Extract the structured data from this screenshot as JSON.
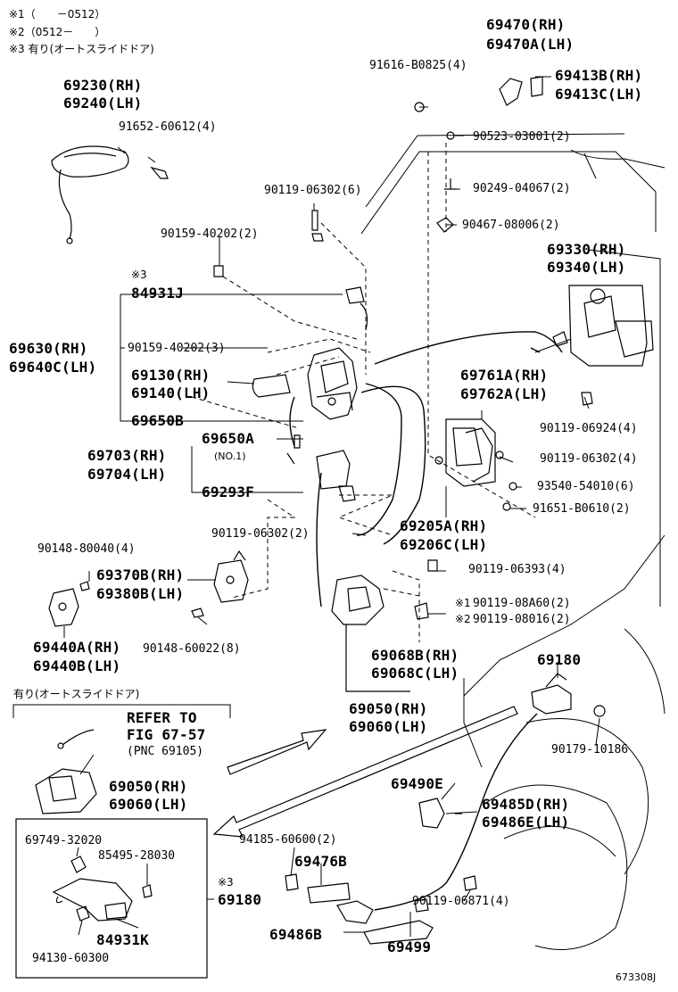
{
  "notes": {
    "n1": "※1（　　－0512）",
    "n2": "※2（0512－　　）",
    "n3": "※3 有り(オートスライドドア)"
  },
  "labels": {
    "p69230": "69230(RH)",
    "p69240": "69240(LH)",
    "p91652": "91652-60612(4)",
    "p69470": "69470(RH)",
    "p69470a": "69470A(LH)",
    "p91616": "91616-B0825(4)",
    "p69413b": "69413B(RH)",
    "p69413c": "69413C(LH)",
    "p90523": "90523-03001(2)",
    "p90119_6": "90119-06302(6)",
    "p90249": "90249-04067(2)",
    "p90159_2": "90159-40202(2)",
    "p90467": "90467-08006(2)",
    "p69330": "69330(RH)",
    "p69340": "69340(LH)",
    "star3a": "※3",
    "p84931j": "84931J",
    "p69630": "69630(RH)",
    "p69640c": "69640C(LH)",
    "p90159_3": "90159-40202(3)",
    "p69130": "69130(RH)",
    "p69140": "69140(LH)",
    "p69650b": "69650B",
    "p69761a": "69761A(RH)",
    "p69762a": "69762A(LH)",
    "p90119_06924": "90119-06924(4)",
    "p69703": "69703(RH)",
    "p69704": "69704(LH)",
    "p69650a": "69650A",
    "no1": "(NO.1)",
    "p69293f": "69293F",
    "p90119_06302_4": "90119-06302(4)",
    "p93540": "93540-54010(6)",
    "p91651": "91651-B0610(2)",
    "p69205a": "69205A(RH)",
    "p69206c": "69206C(LH)",
    "p90119_06302_2": "90119-06302(2)",
    "p90148_80040": "90148-80040(4)",
    "p69370b": "69370B(RH)",
    "p69380b": "69380B(LH)",
    "p90119_06393": "90119-06393(4)",
    "star1": "※1",
    "p90119_08a60": "90119-08A60(2)",
    "star2": "※2",
    "p90119_08016": "90119-08016(2)",
    "p69440a": "69440A(RH)",
    "p69440b": "69440B(LH)",
    "p90148_60022": "90148-60022(8)",
    "p69068b": "69068B(RH)",
    "p69068c": "69068C(LH)",
    "p69180a": "69180",
    "ari": "有り(オートスライドドア)",
    "refer": "REFER TO",
    "fig": "FIG 67-57",
    "pnc": "(PNC 69105)",
    "p69050a": "69050(RH)",
    "p69060a": "69060(LH)",
    "p90179": "90179-10186",
    "p69050b": "69050(RH)",
    "p69060b": "69060(LH)",
    "p69490e": "69490E",
    "p69485d": "69485D(RH)",
    "p69486e": "69486E(LH)",
    "p69749": "69749-32020",
    "p85495": "85495-28030",
    "p94185": "94185-60600(2)",
    "p69476b": "69476B",
    "star3b": "※3",
    "p69180b": "69180",
    "p84931k": "84931K",
    "p94130": "94130-60300",
    "p90119_06871": "90119-06871(4)",
    "p69486b": "69486B",
    "p69499": "69499",
    "code": "673308J"
  }
}
